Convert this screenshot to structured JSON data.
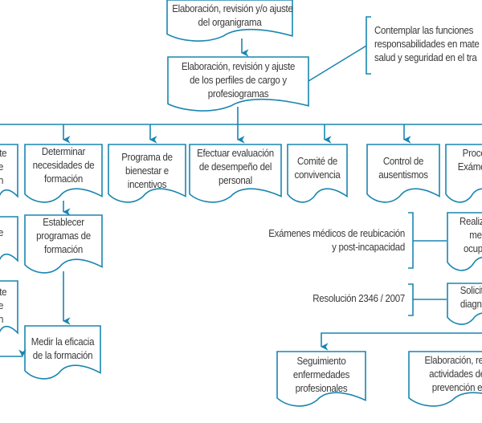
{
  "colors": {
    "stroke": "#1a86b0",
    "text": "#3a3a3a",
    "background": "#ffffff"
  },
  "nodes": {
    "organigrama": {
      "lines": [
        "Elaboración, revisión y/o ajuste",
        "del organigrama"
      ]
    },
    "perfiles": {
      "lines": [
        "Elaboración, revisión y ajuste",
        "de los perfiles de cargo y",
        "profesiogramas"
      ]
    },
    "note_funciones": {
      "lines": [
        "Contemplar las funciones",
        "responsabilidades en mate",
        "salud y seguridad en el tra"
      ]
    },
    "left_1": {
      "lines": [
        "ste",
        "e",
        "n"
      ]
    },
    "left_2": {
      "lines": [
        "e"
      ]
    },
    "left_3": {
      "lines": [
        "ste",
        "e",
        "n"
      ]
    },
    "necesidades": {
      "lines": [
        "Determinar",
        "necesidades de",
        "formación"
      ]
    },
    "bienestar": {
      "lines": [
        "Programa de",
        "bienestar e",
        "incentivos"
      ]
    },
    "desempeno": {
      "lines": [
        "Efectuar evaluación",
        "de desempeño del",
        "personal"
      ]
    },
    "convivencia": {
      "lines": [
        "Comité de",
        "convivencia"
      ]
    },
    "ausentismos": {
      "lines": [
        "Control de",
        "ausentismos"
      ]
    },
    "examenes_proc": {
      "lines": [
        "Proce",
        "Exámen"
      ]
    },
    "programas_formacion": {
      "lines": [
        "Establecer",
        "programas de",
        "formación"
      ]
    },
    "eficacia": {
      "lines": [
        "Medir la eficacia",
        "de la formación"
      ]
    },
    "note_reubicacion": {
      "lines": [
        "Exámenes médicos de reubicación",
        "y post-incapacidad"
      ]
    },
    "realizar": {
      "lines": [
        "Realizar",
        "me",
        "ocupa"
      ]
    },
    "note_resolucion": {
      "lines": [
        "Resolución 2346 / 2007"
      ]
    },
    "solicitar": {
      "lines": [
        "Solicitar",
        "diagnós"
      ]
    },
    "seguimiento": {
      "lines": [
        "Seguimiento",
        "enfermedades",
        "profesionales"
      ]
    },
    "prevencion": {
      "lines": [
        "Elaboración, revi",
        "actividades de",
        "prevención e"
      ]
    }
  }
}
